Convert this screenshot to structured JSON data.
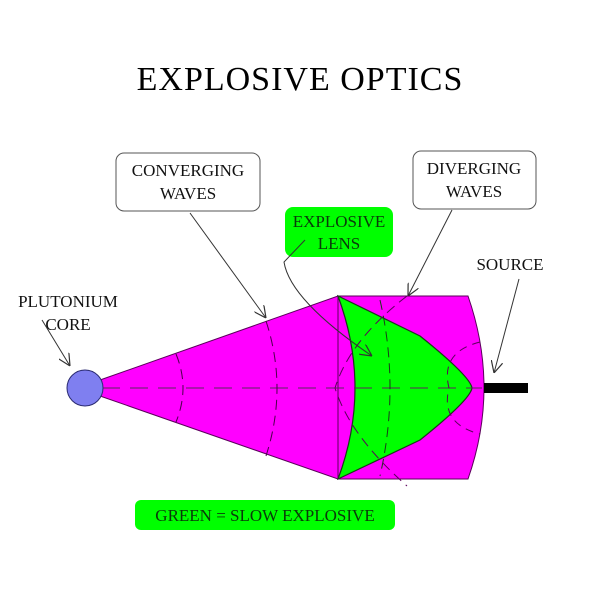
{
  "title": "EXPLOSIVE  OPTICS",
  "labels": {
    "converging": [
      "CONVERGING",
      "WAVES"
    ],
    "diverging": [
      "DIVERGING",
      "WAVES"
    ],
    "lens": [
      "EXPLOSIVE",
      "LENS"
    ],
    "source": "SOURCE",
    "core": [
      "PLUTONIUM",
      "CORE"
    ]
  },
  "legend": "GREEN = SLOW  EXPLOSIVE",
  "colors": {
    "fast_explosive": "#ff00ff",
    "slow_explosive": "#00ff00",
    "core": "#7f7ff0",
    "source_rod": "#000000"
  }
}
